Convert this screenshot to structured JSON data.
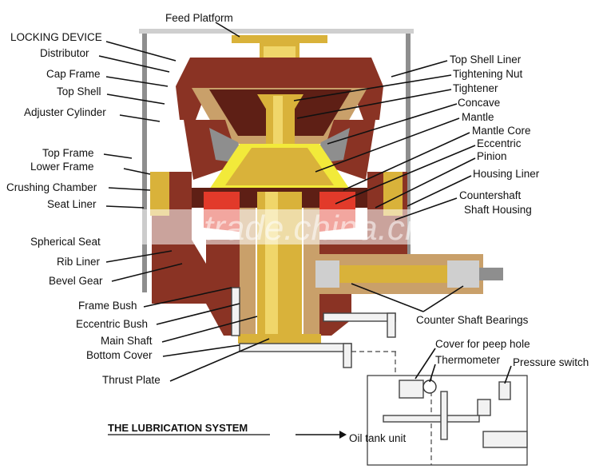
{
  "labels_left": [
    "LOCKING DEVICE",
    "Distributor",
    "Cap Frame",
    "Top Shell",
    "Adjuster Cylinder",
    "Top Frame",
    "Lower Frame",
    "Crushing Chamber",
    "Seat Liner",
    "Spherical Seat",
    "Rib Liner",
    "Bevel Gear",
    "Frame Bush",
    "Eccentric Bush",
    "Main Shaft",
    "Bottom Cover",
    "Thrust Plate"
  ],
  "labels_top": [
    "Feed Platform"
  ],
  "labels_right": [
    "Top Shell Liner",
    "Tightening Nut",
    "Tightener",
    "Concave",
    "Mantle",
    "Mantle Core",
    "Eccentric",
    "Pinion",
    "Housing Liner",
    "Countershaft",
    "Shaft Housing",
    "Counter Shaft Bearings"
  ],
  "labels_lube": [
    "Cover for peep hole",
    "Thermometer",
    "Pressure switch",
    "Oil tank unit"
  ],
  "lubrication_title": "THE LUBRICATION SYSTEM",
  "watermark": "trade.china.cn"
}
